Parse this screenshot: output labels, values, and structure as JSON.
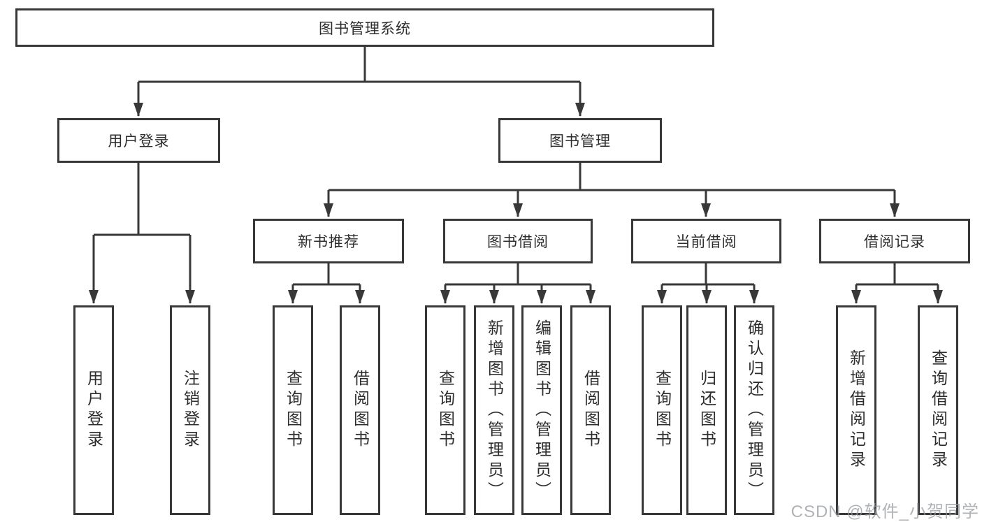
{
  "diagram": {
    "root": {
      "label": "图书管理系统",
      "children": [
        {
          "label": "用户登录",
          "children": [
            {
              "label": "用户登录"
            },
            {
              "label": "注销登录"
            }
          ]
        },
        {
          "label": "图书管理",
          "children": [
            {
              "label": "新书推荐",
              "children": [
                {
                  "label": "查询图书"
                },
                {
                  "label": "借阅图书"
                }
              ]
            },
            {
              "label": "图书借阅",
              "children": [
                {
                  "label": "查询图书"
                },
                {
                  "label": "新增图书（管理员）"
                },
                {
                  "label": "编辑图书（管理员）"
                },
                {
                  "label": "借阅图书"
                }
              ]
            },
            {
              "label": "当前借阅",
              "children": [
                {
                  "label": "查询图书"
                },
                {
                  "label": "归还图书"
                },
                {
                  "label": "确认归还（管理员）"
                }
              ]
            },
            {
              "label": "借阅记录",
              "children": [
                {
                  "label": "新增借阅记录"
                },
                {
                  "label": "查询借阅记录"
                }
              ]
            }
          ]
        }
      ]
    }
  },
  "watermark": "CSDN @软件_小贺同学",
  "colors": {
    "line": "#383838",
    "box_border": "#383838",
    "box_background": "#ffffff",
    "text": "#2d2d2d",
    "watermark": "#96999e"
  }
}
